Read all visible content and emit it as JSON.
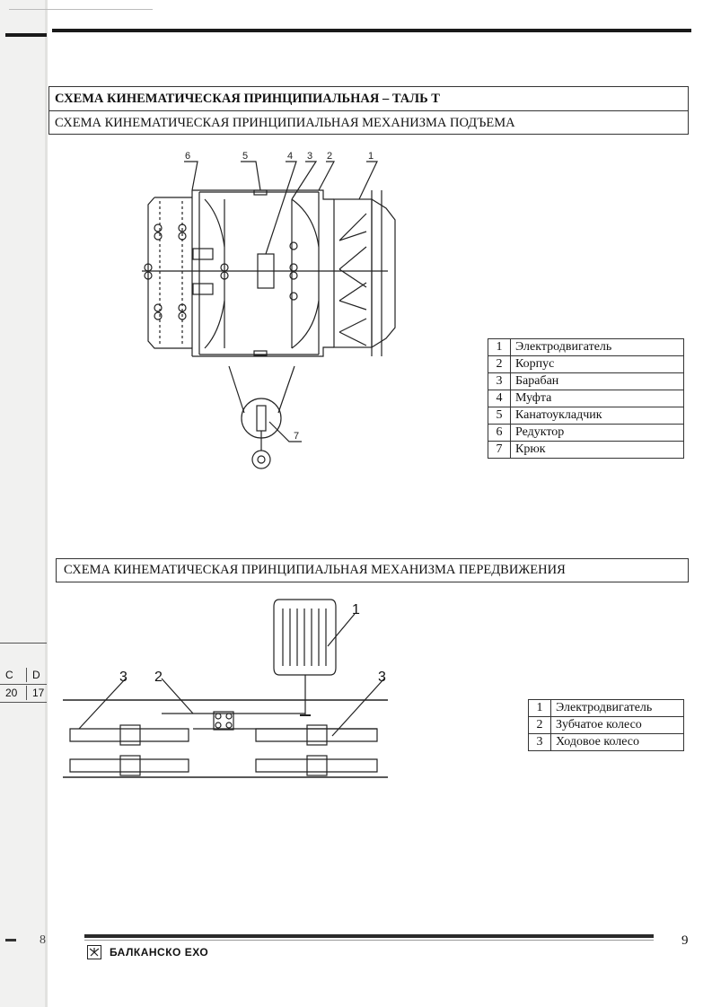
{
  "section_main": {
    "title": "СХЕМА КИНЕМАТИЧЕСКАЯ ПРИНЦИПИАЛЬНАЯ – ТАЛЬ Т",
    "subtitle": "СХЕМА КИНЕМАТИЧЕСКАЯ ПРИНЦИПИАЛЬНАЯ МЕХАНИЗМА ПОДЪЕМА"
  },
  "lifting_diagram": {
    "callouts": [
      "6",
      "5",
      "4",
      "3",
      "2",
      "1",
      "7"
    ]
  },
  "lifting_legend": [
    {
      "num": "1",
      "label": "Электродвигатель"
    },
    {
      "num": "2",
      "label": "Корпус"
    },
    {
      "num": "3",
      "label": "Барабан"
    },
    {
      "num": "4",
      "label": "Муфта"
    },
    {
      "num": "5",
      "label": "Канатоукладчик"
    },
    {
      "num": "6",
      "label": "Редуктор"
    },
    {
      "num": "7",
      "label": "Крюк"
    }
  ],
  "section_travel": {
    "title": "СХЕМА КИНЕМАТИЧЕСКАЯ ПРИНЦИПИАЛЬНАЯ МЕХАНИЗМА ПЕРЕДВИЖЕНИЯ"
  },
  "travel_diagram": {
    "callouts": [
      "1",
      "3",
      "2",
      "3"
    ]
  },
  "travel_legend": [
    {
      "num": "1",
      "label": "Электродвигатель"
    },
    {
      "num": "2",
      "label": "Зубчатое колесо"
    },
    {
      "num": "3",
      "label": "Ходовое колесо"
    }
  ],
  "left_page_fragment": {
    "headers": [
      "C",
      "D"
    ],
    "values": [
      "20",
      "17"
    ],
    "page_number": "8"
  },
  "footer": {
    "brand": "БАЛКАНСКО ЕХО",
    "page_number": "9"
  }
}
